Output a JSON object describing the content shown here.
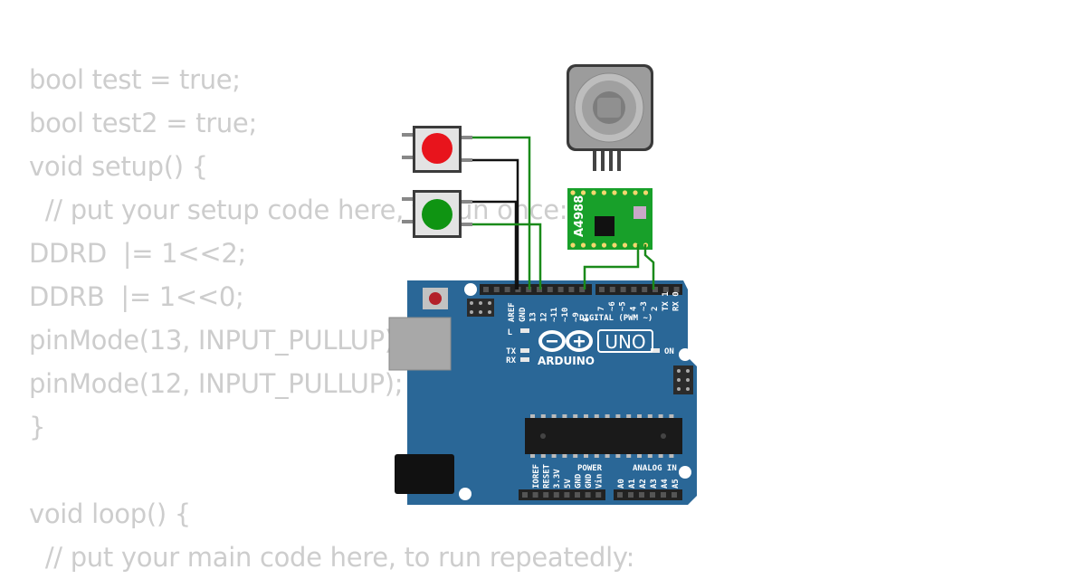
{
  "code_lines": [
    "bool test = true;",
    "bool test2 = true;",
    "void setup() {",
    "  // put your setup code here, to run once:",
    "DDRD  |= 1<<2;",
    "DDRB  |= 1<<0;",
    "pinMode(13, INPUT_PULLUP);",
    "pinMode(12, INPUT_PULLUP);",
    "}",
    "",
    "void loop() {",
    "  // put your main code here, to run repeatedly:"
  ],
  "board": {
    "brand": "ARDUINO",
    "model": "UNO",
    "digital_header_label": "DIGITAL (PWM ~)",
    "power_label": "POWER",
    "analog_label": "ANALOG IN",
    "on_label": "ON",
    "led_labels": [
      "L",
      "TX",
      "RX"
    ],
    "digital_pins_left": [
      "AREF",
      "GND",
      "13",
      "12",
      "~11",
      "~10",
      "~9",
      "8"
    ],
    "digital_pins_right": [
      "7",
      "~6",
      "~5",
      "4",
      "~3",
      "2",
      "TX 1",
      "RX 0"
    ],
    "power_pins": [
      "IOREF",
      "RESET",
      "3.3V",
      "5V",
      "GND",
      "GND",
      "Vin"
    ],
    "analog_pins": [
      "A0",
      "A1",
      "A2",
      "A3",
      "A4",
      "A5"
    ]
  },
  "driver": {
    "label": "A4988"
  },
  "buttons": [
    {
      "color": "#e8141c"
    },
    {
      "color": "#0f9412"
    }
  ],
  "colors": {
    "board": "#2a6797",
    "wire_green": "#1a8a1a",
    "wire_black": "#111111",
    "driver_pcb": "#18a02a",
    "code_text": "#cdcdcd"
  }
}
